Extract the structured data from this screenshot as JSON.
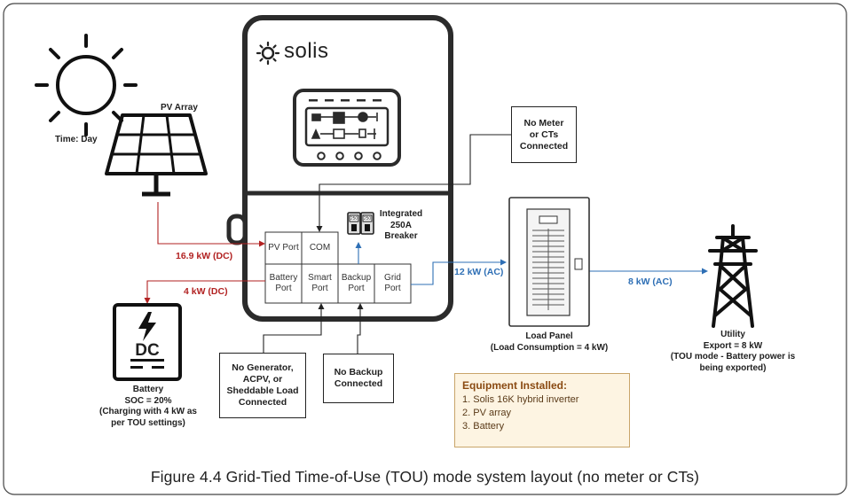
{
  "brand": {
    "logo_text": "solis"
  },
  "labels": {
    "time": "Time: Day",
    "pv_array": "PV Array",
    "breaker": "Integrated\n250A\nBreaker",
    "breaker_tag_left": "250",
    "breaker_tag_right": "250",
    "battery_dc": "DC",
    "battery_caption": "Battery\nSOC = 20%\n(Charging with 4 kW as\nper TOU settings)",
    "load_panel": "Load Panel\n(Load Consumption = 4 kW)",
    "utility": "Utility\nExport = 8 kW\n(TOU mode - Battery power is\nbeing exported)"
  },
  "ports": {
    "pv": "PV Port",
    "com": "COM",
    "battery": "Battery\nPort",
    "smart": "Smart\nPort",
    "backup": "Backup\nPort",
    "grid": "Grid\nPort"
  },
  "flows": {
    "pv_dc": "16.9 kW (DC)",
    "battery_dc": "4 kW (DC)",
    "grid_ac": "12 kW (AC)",
    "utility_ac": "8 kW (AC)"
  },
  "callouts": {
    "meter": "No Meter\nor CTs\nConnected",
    "generator": "No Generator,\nACPV, or\nSheddable Load\nConnected",
    "backup": "No Backup\nConnected"
  },
  "equipment": {
    "title": "Equipment Installed:",
    "items": [
      "1. Solis 16K hybrid inverter",
      "2. PV array",
      "3. Battery"
    ]
  },
  "caption": "Figure 4.4 Grid-Tied Time-of-Use (TOU) mode system layout (no meter or CTs)",
  "colors": {
    "dc_flow": "#b22222",
    "ac_flow": "#2e6fb5",
    "equip_bg": "#fdf4e2",
    "equip_border": "#c9a56a",
    "equip_title": "#8a4a12"
  }
}
